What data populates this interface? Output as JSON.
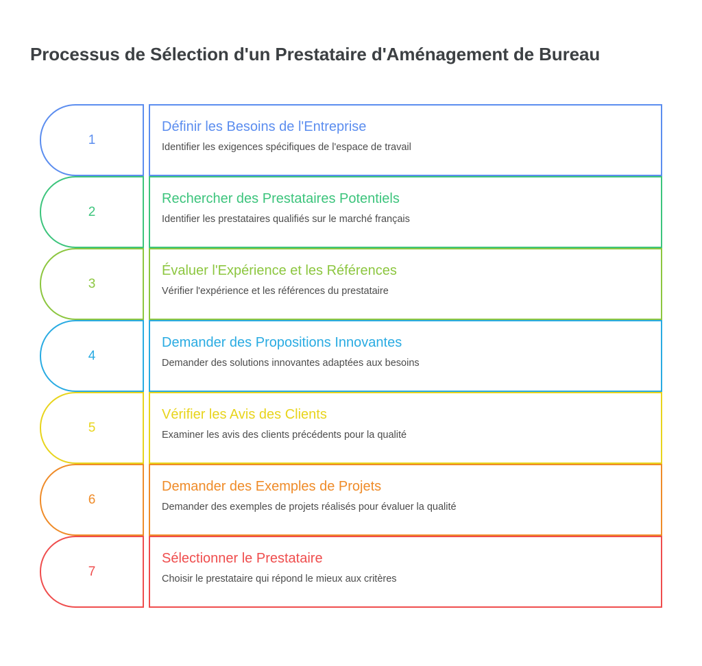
{
  "header": {
    "title": "Processus de Sélection d'un Prestataire d'Aménagement de Bureau",
    "title_color": "#3c4043"
  },
  "background_color": "#ffffff",
  "steps": [
    {
      "number": "1",
      "title": "Définir les Besoins de l'Entreprise",
      "description": "Identifier les exigences spécifiques de l'espace de travail",
      "color": "#5b8def"
    },
    {
      "number": "2",
      "title": "Rechercher des Prestataires Potentiels",
      "description": "Identifier les prestataires qualifiés sur le marché français",
      "color": "#3cc47c"
    },
    {
      "number": "3",
      "title": "Évaluer l'Expérience et les Références",
      "description": "Vérifier l'expérience et les références du prestataire",
      "color": "#8cc63f"
    },
    {
      "number": "4",
      "title": "Demander des Propositions Innovantes",
      "description": "Demander des solutions innovantes adaptées aux besoins",
      "color": "#29abe2"
    },
    {
      "number": "5",
      "title": "Vérifier les Avis des Clients",
      "description": "Examiner les avis des clients précédents pour la qualité",
      "color": "#e8d41c"
    },
    {
      "number": "6",
      "title": "Demander des Exemples de Projets",
      "description": "Demander des exemples de projets réalisés pour évaluer la qualité",
      "color": "#ef8b28"
    },
    {
      "number": "7",
      "title": "Sélectionner le Prestataire",
      "description": "Choisir le prestataire qui répond le mieux aux critères",
      "color": "#ef4d4d"
    }
  ]
}
